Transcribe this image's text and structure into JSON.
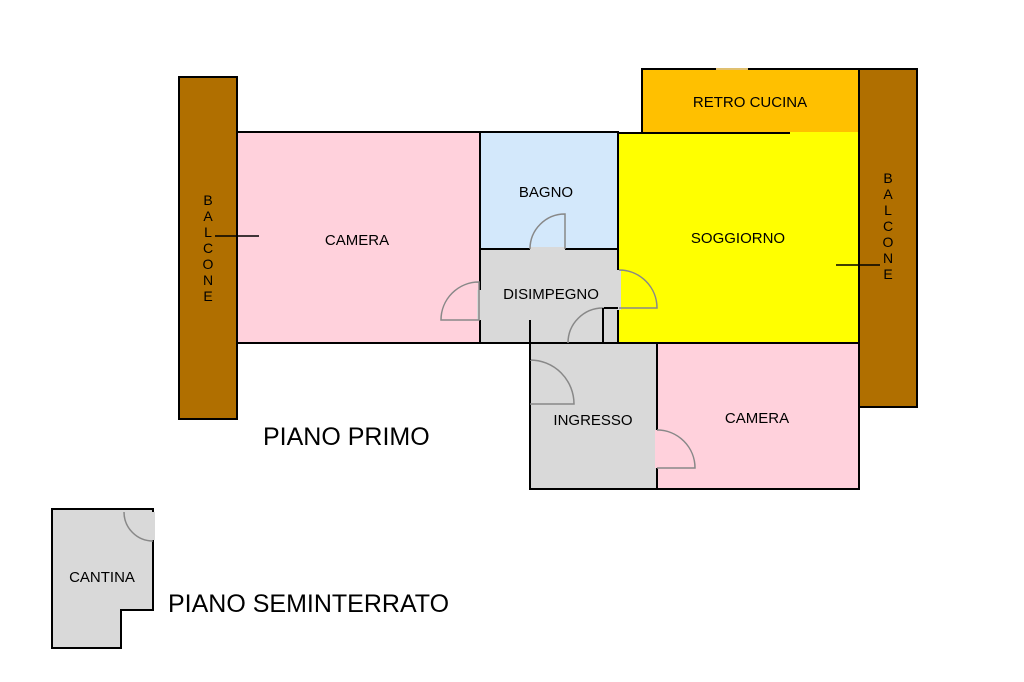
{
  "rooms": {
    "camera_1": "CAMERA",
    "bagno": "BAGNO",
    "disimpegno": "DISIMPEGNO",
    "soggiorno": "SOGGIORNO",
    "retro_cucina": "RETRO CUCINA",
    "ingresso": "INGRESSO",
    "camera_2": "CAMERA",
    "cantina": "CANTINA"
  },
  "balconies": {
    "left": [
      "B",
      "A",
      "L",
      "C",
      "O",
      "N",
      "E"
    ],
    "right": [
      "B",
      "A",
      "L",
      "C",
      "O",
      "N",
      "E"
    ]
  },
  "floors": {
    "first": "PIANO PRIMO",
    "basement": "PIANO SEMINTERRATO"
  },
  "colors": {
    "camera": "#ffd1dc",
    "bagno": "#d3e8fb",
    "disimpegno": "#d9d9d9",
    "soggiorno": "#ffff00",
    "retro_cucina": "#ffc000",
    "balcone": "#b06f00",
    "cantina": "#d9d9d9"
  }
}
